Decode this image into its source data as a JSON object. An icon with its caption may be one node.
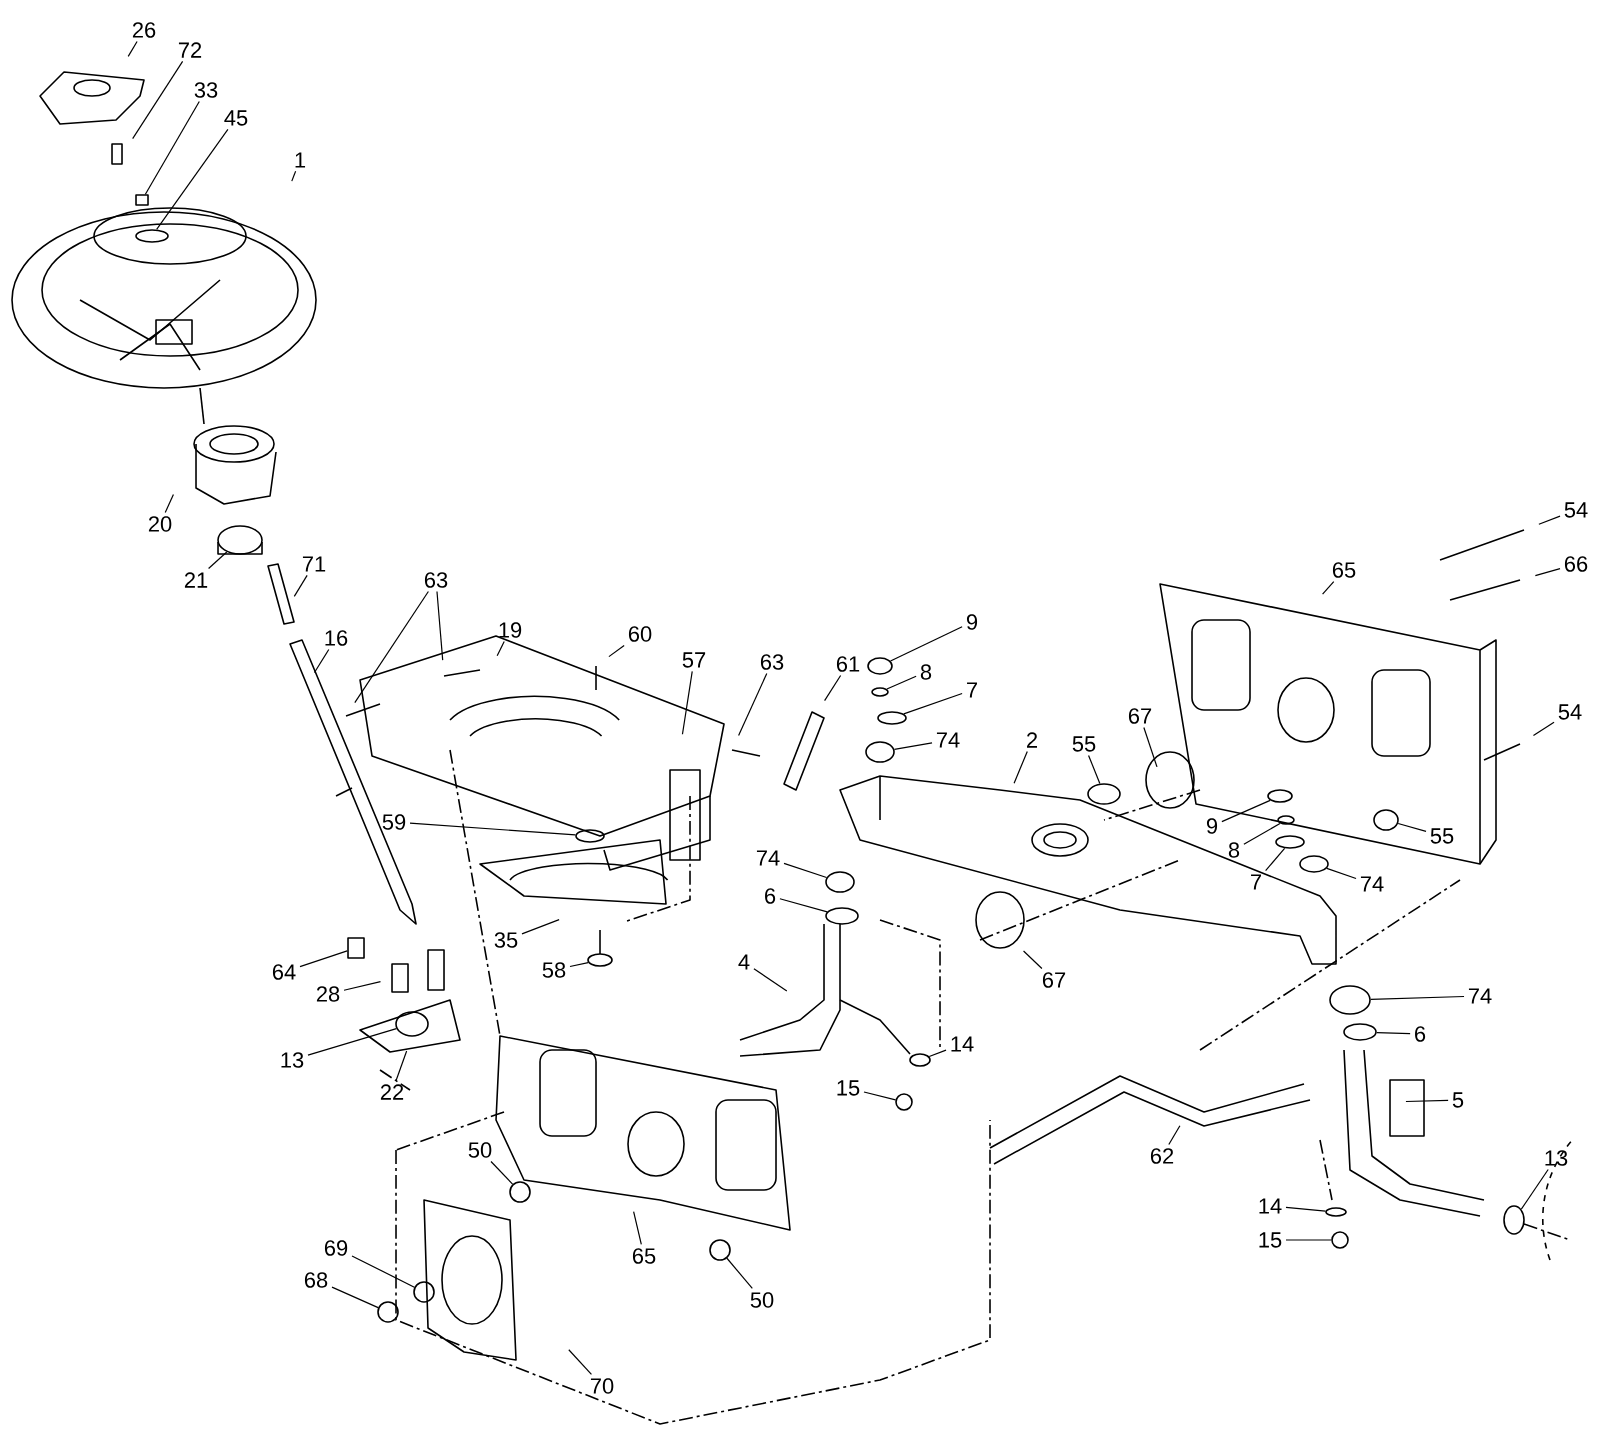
{
  "diagram": {
    "nodes": [
      {
        "text": [
          "26"
        ]
      },
      {
        "text": [
          "72"
        ]
      },
      {
        "text": [
          "33"
        ]
      },
      {
        "text": [
          "45"
        ]
      },
      {
        "text": [
          "1"
        ]
      },
      {
        "text": [
          "20"
        ]
      },
      {
        "text": [
          "21"
        ]
      },
      {
        "text": [
          "71"
        ]
      },
      {
        "text": [
          "16"
        ]
      },
      {
        "text": [
          "63"
        ]
      },
      {
        "text": [
          "19"
        ]
      },
      {
        "text": [
          "60"
        ]
      },
      {
        "text": [
          "57"
        ]
      },
      {
        "text": [
          "63"
        ]
      },
      {
        "text": [
          "61"
        ]
      },
      {
        "text": [
          "9"
        ]
      },
      {
        "text": [
          "8"
        ]
      },
      {
        "text": [
          "7"
        ]
      },
      {
        "text": [
          "74"
        ]
      },
      {
        "text": [
          "2"
        ]
      },
      {
        "text": [
          "55"
        ]
      },
      {
        "text": [
          "67"
        ]
      },
      {
        "text": [
          "65"
        ]
      },
      {
        "text": [
          "54"
        ]
      },
      {
        "text": [
          "66"
        ]
      },
      {
        "text": [
          "54"
        ]
      },
      {
        "text": [
          "9"
        ]
      },
      {
        "text": [
          "8"
        ]
      },
      {
        "text": [
          "7"
        ]
      },
      {
        "text": [
          "55"
        ]
      },
      {
        "text": [
          "74"
        ]
      },
      {
        "text": [
          "67"
        ]
      },
      {
        "text": [
          "74"
        ]
      },
      {
        "text": [
          "6"
        ]
      },
      {
        "text": [
          "5"
        ]
      },
      {
        "text": [
          "13"
        ]
      },
      {
        "text": [
          "62"
        ]
      },
      {
        "text": [
          "14"
        ]
      },
      {
        "text": [
          "15"
        ]
      },
      {
        "text": [
          "59"
        ]
      },
      {
        "text": [
          "74"
        ]
      },
      {
        "text": [
          "6"
        ]
      },
      {
        "text": [
          "35"
        ]
      },
      {
        "text": [
          "58"
        ]
      },
      {
        "text": [
          "64"
        ]
      },
      {
        "text": [
          "28"
        ]
      },
      {
        "text": [
          "13"
        ]
      },
      {
        "text": [
          "22"
        ]
      },
      {
        "text": [
          "4"
        ]
      },
      {
        "text": [
          "14"
        ]
      },
      {
        "text": [
          "15"
        ]
      },
      {
        "text": [
          "50"
        ]
      },
      {
        "text": [
          "65"
        ]
      },
      {
        "text": [
          "50"
        ]
      },
      {
        "text": [
          "69"
        ]
      },
      {
        "text": [
          "68"
        ]
      },
      {
        "text": [
          "70"
        ]
      },
      {
        "text": [],
        "shape": "box"
      },
      {
        "text": [],
        "shape": "circle"
      },
      {
        "text": [],
        "shape": "circle"
      },
      {
        "text": [],
        "shape": "circle"
      },
      {
        "text": [],
        "shape": "circle"
      },
      {
        "text": [],
        "shape": "circle"
      },
      {
        "text": [],
        "shape": "circle"
      },
      {
        "text": [],
        "shape": "circle"
      },
      {
        "text": [],
        "shape": "circle"
      },
      {
        "text": [],
        "shape": "circle"
      },
      {
        "text": [],
        "shape": "circle"
      },
      {
        "text": [],
        "shape": "circle"
      },
      {
        "text": [],
        "shape": "circle"
      },
      {
        "text": [],
        "shape": "circle"
      },
      {
        "text": [],
        "shape": "circle"
      },
      {
        "text": [],
        "shape": "circle"
      },
      {
        "text": [],
        "shape": "circle"
      },
      {
        "text": [],
        "shape": "circle"
      },
      {
        "text": [],
        "shape": "circle"
      },
      {
        "text": [],
        "shape": "circle"
      },
      {
        "text": [],
        "shape": "circle"
      },
      {
        "text": [],
        "shape": "circle"
      },
      {
        "text": [],
        "shape": "circle"
      },
      {
        "text": [],
        "shape": "circle"
      },
      {
        "text": [],
        "shape": "circle"
      },
      {
        "text": [],
        "shape": "circle"
      },
      {
        "text": [],
        "shape": "circle"
      },
      {
        "text": [],
        "shape": "circle"
      },
      {
        "text": [],
        "shape": "box"
      },
      {
        "text": [],
        "shape": "circle"
      }
    ],
    "edges": [
      {
        "from": 0,
        "to": null,
        "arrow": "none"
      },
      {
        "from": 1,
        "to": null,
        "arrow": "none"
      },
      {
        "from": 2,
        "to": 57,
        "arrow": "none"
      },
      {
        "from": 3,
        "to": 58,
        "arrow": "none"
      },
      {
        "from": 4,
        "to": null,
        "arrow": "none"
      },
      {
        "from": 5,
        "to": null,
        "arrow": "none"
      },
      {
        "from": 6,
        "to": 59,
        "arrow": "none"
      },
      {
        "from": 7,
        "to": null,
        "arrow": "none"
      },
      {
        "from": 8,
        "to": null,
        "arrow": "none"
      },
      {
        "from": 9,
        "to": null,
        "arrow": "none"
      },
      {
        "from": 9,
        "to": null,
        "arrow": "none"
      },
      {
        "from": 10,
        "to": null,
        "arrow": "none"
      },
      {
        "from": 11,
        "to": null,
        "arrow": "none"
      },
      {
        "from": 12,
        "to": null,
        "arrow": "none"
      },
      {
        "from": 13,
        "to": null,
        "arrow": "none"
      },
      {
        "from": 14,
        "to": null,
        "arrow": "none"
      },
      {
        "from": 15,
        "to": 60,
        "arrow": "none"
      },
      {
        "from": 16,
        "to": 61,
        "arrow": "none"
      },
      {
        "from": 17,
        "to": 62,
        "arrow": "none"
      },
      {
        "from": 18,
        "to": 63,
        "arrow": "none"
      },
      {
        "from": 19,
        "to": null,
        "arrow": "none"
      },
      {
        "from": 20,
        "to": 64,
        "arrow": "none"
      },
      {
        "from": 21,
        "to": null,
        "arrow": "none"
      },
      {
        "from": 22,
        "to": null,
        "arrow": "none"
      },
      {
        "from": 23,
        "to": null,
        "arrow": "none"
      },
      {
        "from": 24,
        "to": null,
        "arrow": "none"
      },
      {
        "from": 25,
        "to": null,
        "arrow": "none"
      },
      {
        "from": 26,
        "to": 65,
        "arrow": "none"
      },
      {
        "from": 27,
        "to": 66,
        "arrow": "none"
      },
      {
        "from": 28,
        "to": 69,
        "arrow": "none"
      },
      {
        "from": 29,
        "to": 67,
        "arrow": "none"
      },
      {
        "from": 30,
        "to": 70,
        "arrow": "none"
      },
      {
        "from": 31,
        "to": null,
        "arrow": "none"
      },
      {
        "from": 32,
        "to": 74,
        "arrow": "none"
      },
      {
        "from": 33,
        "to": 75,
        "arrow": "none"
      },
      {
        "from": 34,
        "to": null,
        "arrow": "none"
      },
      {
        "from": 35,
        "to": 80,
        "arrow": "none"
      },
      {
        "from": 36,
        "to": null,
        "arrow": "none"
      },
      {
        "from": 37,
        "to": 79,
        "arrow": "none"
      },
      {
        "from": 38,
        "to": 81,
        "arrow": "none"
      },
      {
        "from": 39,
        "to": 68,
        "arrow": "none"
      },
      {
        "from": 40,
        "to": 71,
        "arrow": "none"
      },
      {
        "from": 41,
        "to": 72,
        "arrow": "none"
      },
      {
        "from": 42,
        "to": null,
        "arrow": "none"
      },
      {
        "from": 43,
        "to": 73,
        "arrow": "none"
      },
      {
        "from": 44,
        "to": 85,
        "arrow": "none"
      },
      {
        "from": 45,
        "to": null,
        "arrow": "none"
      },
      {
        "from": 46,
        "to": 86,
        "arrow": "none"
      },
      {
        "from": 47,
        "to": null,
        "arrow": "none"
      },
      {
        "from": 48,
        "to": null,
        "arrow": "none"
      },
      {
        "from": 49,
        "to": 76,
        "arrow": "none"
      },
      {
        "from": 50,
        "to": 77,
        "arrow": "none"
      },
      {
        "from": 51,
        "to": 78,
        "arrow": "none"
      },
      {
        "from": 52,
        "to": null,
        "arrow": "none"
      },
      {
        "from": 53,
        "to": 82,
        "arrow": "none"
      },
      {
        "from": 54,
        "to": 83,
        "arrow": "none"
      },
      {
        "from": 55,
        "to": 84,
        "arrow": "none"
      },
      {
        "from": 56,
        "to": null,
        "arrow": "none"
      }
    ]
  }
}
